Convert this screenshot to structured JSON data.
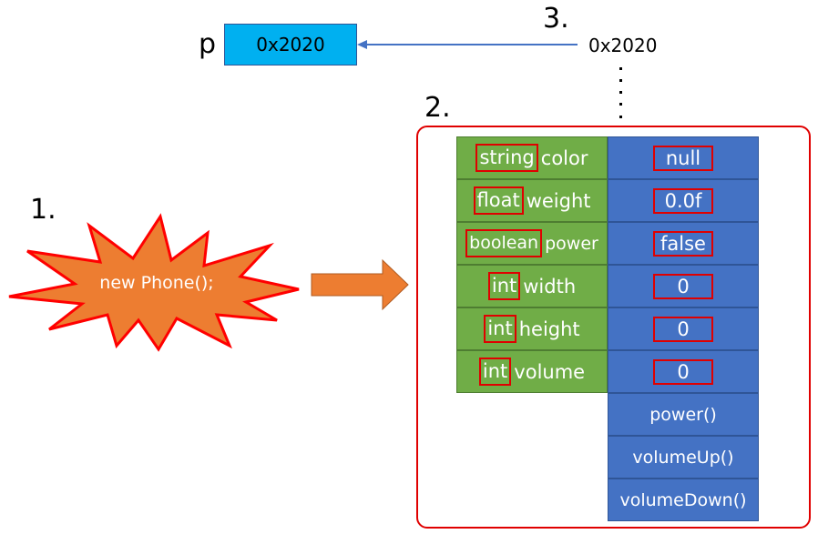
{
  "steps": {
    "one": "1.",
    "two": "2.",
    "three": "3."
  },
  "reference": {
    "var_name": "p",
    "stored_address": "0x2020",
    "source_address": "0x2020"
  },
  "constructor_call": "new Phone();",
  "fields": [
    {
      "type": "string",
      "name": "color",
      "default": "null"
    },
    {
      "type": "float",
      "name": "weight",
      "default": "0.0f"
    },
    {
      "type": "boolean",
      "name": "power",
      "default": "false"
    },
    {
      "type": "int",
      "name": "width",
      "default": "0"
    },
    {
      "type": "int",
      "name": "height",
      "default": "0"
    },
    {
      "type": "int",
      "name": "volume",
      "default": "0"
    }
  ],
  "methods": [
    "power()",
    "volumeUp()",
    "volumeDown()"
  ],
  "colors": {
    "reference_box": "#00b0f0",
    "field_cell": "#70ad47",
    "value_cell": "#4472c4",
    "highlight_border": "#e00000",
    "burst_fill": "#ed7d31",
    "arrow_line": "#4472c4"
  }
}
